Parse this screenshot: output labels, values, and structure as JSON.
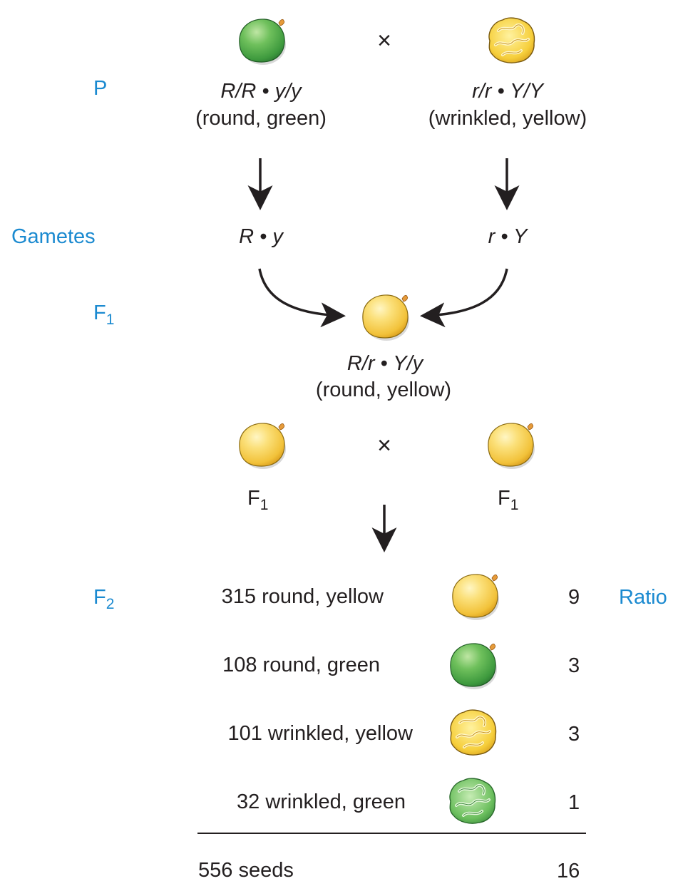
{
  "generation_labels": {
    "p": "P",
    "gametes": "Gametes",
    "f1": "F",
    "f1_sub": "1",
    "f2": "F",
    "f2_sub": "2",
    "ratio_header": "Ratio"
  },
  "cross_symbol": "×",
  "parents": [
    {
      "genotype": "R/R • y/y",
      "phenotype": "(round, green)",
      "seed": "round-green-pea"
    },
    {
      "genotype": "r/r • Y/Y",
      "phenotype": "(wrinkled, yellow)",
      "seed": "wrinkled-yellow-pea"
    }
  ],
  "gametes": [
    "R • y",
    "r • Y"
  ],
  "f1": {
    "genotype": "R/r • Y/y",
    "phenotype": "(round, yellow)",
    "seed": "round-yellow-pea"
  },
  "f1_cross": {
    "left": "F",
    "right": "F",
    "sub": "1"
  },
  "f2_rows": [
    {
      "count_label": "315 round, yellow",
      "ratio": "9",
      "seed": "round-yellow-pea"
    },
    {
      "count_label": "108 round, green",
      "ratio": "3",
      "seed": "round-green-pea"
    },
    {
      "count_label": "101 wrinkled, yellow",
      "ratio": "3",
      "seed": "wrinkled-yellow-pea"
    },
    {
      "count_label": "32 wrinkled, green",
      "ratio": "1",
      "seed": "wrinkled-green-pea"
    }
  ],
  "total": {
    "label": "556 seeds",
    "ratio": "16"
  },
  "colors": {
    "label_blue": "#1b8ad0",
    "yellow_pea": "#f7cf4a",
    "green_pea": "#4aa84a",
    "stem": "#e0a030"
  }
}
